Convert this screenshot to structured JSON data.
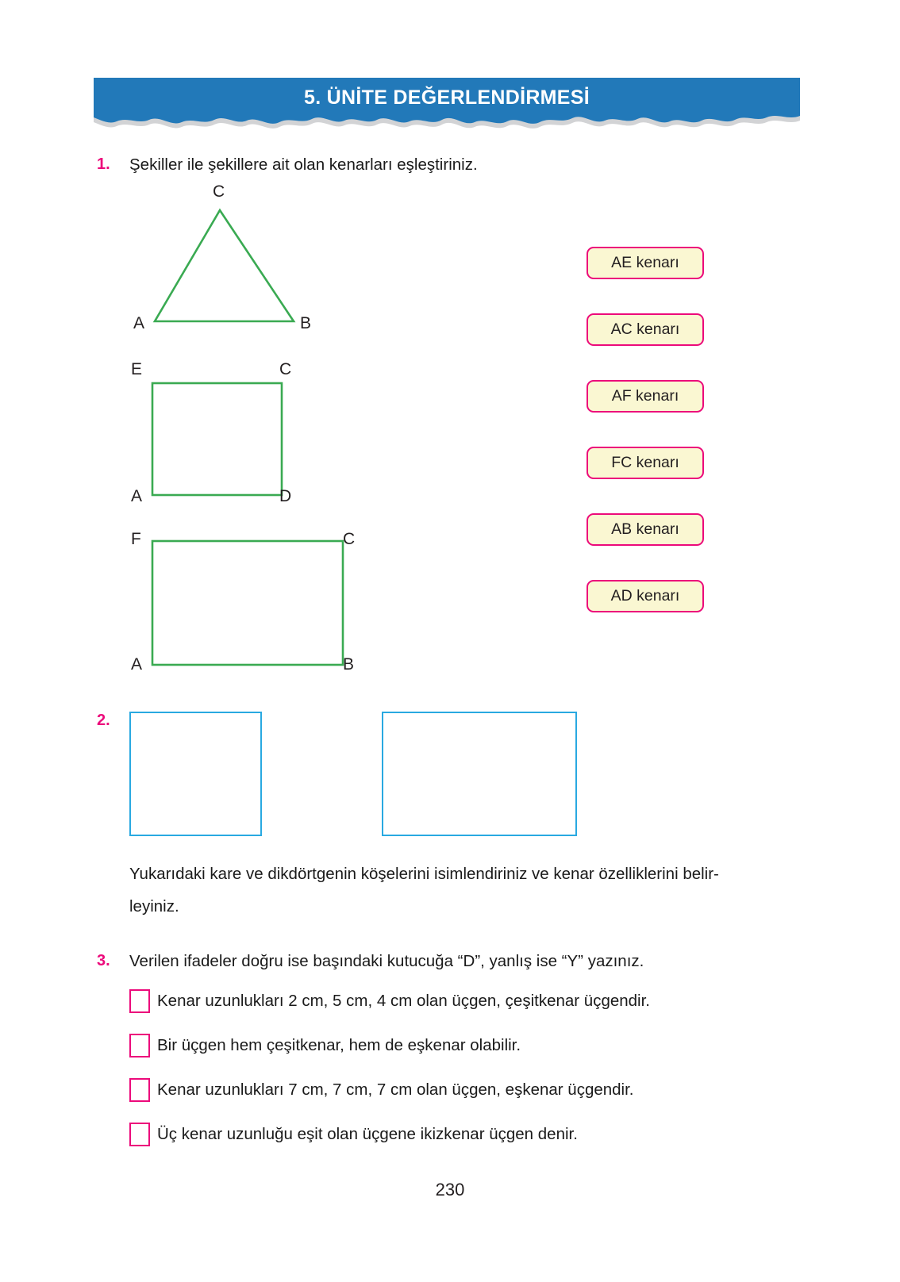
{
  "page": {
    "number": "230",
    "background_color": "#ffffff"
  },
  "header": {
    "title": "5. ÜNİTE DEĞERLENDİRMESİ",
    "band_color": "#2279b9",
    "text_color": "#ffffff"
  },
  "colors": {
    "accent_pink": "#ec0a7b",
    "figure_green": "#3aaa52",
    "figure_blue": "#29a9e1",
    "chip_fill": "#faf7d2",
    "header_blue": "#2279b9"
  },
  "questions": [
    {
      "number": "1.",
      "prompt": "Şekiller ile şekillere ait olan kenarları eşleştiriniz.",
      "figures": [
        {
          "name": "triangle",
          "vertex_labels": [
            "C",
            "A",
            "B"
          ]
        },
        {
          "name": "square",
          "vertex_labels": [
            "E",
            "C",
            "A",
            "D"
          ]
        },
        {
          "name": "rectangle",
          "vertex_labels": [
            "F",
            "C",
            "A",
            "B"
          ]
        }
      ],
      "options": [
        "AE kenarı",
        "AC kenarı",
        "AF kenarı",
        "FC kenarı",
        "AB kenarı",
        "AD kenarı"
      ]
    },
    {
      "number": "2.",
      "shapes": [
        "square",
        "rectangle"
      ],
      "prompt_line1": "Yukarıdaki kare ve dikdörtgenin köşelerini isimlendiriniz ve kenar özelliklerini belir-",
      "prompt_line2": "leyiniz."
    },
    {
      "number": "3.",
      "prompt": "Verilen ifadeler doğru ise başındaki kutucuğa “D”, yanlış ise “Y” yazınız.",
      "statements": [
        "Kenar uzunlukları 2 cm, 5 cm, 4 cm olan üçgen, çeşitkenar üçgendir.",
        "Bir üçgen hem çeşitkenar, hem de eşkenar olabilir.",
        "Kenar uzunlukları 7 cm, 7 cm, 7 cm olan üçgen, eşkenar üçgendir.",
        "Üç kenar uzunluğu eşit olan üçgene ikizkenar üçgen denir."
      ]
    }
  ],
  "figure_labels": {
    "triangle": {
      "C": "C",
      "A": "A",
      "B": "B"
    },
    "square": {
      "E": "E",
      "C": "C",
      "A": "A",
      "D": "D"
    },
    "rectangle": {
      "F": "F",
      "C": "C",
      "A": "A",
      "B": "B"
    }
  }
}
